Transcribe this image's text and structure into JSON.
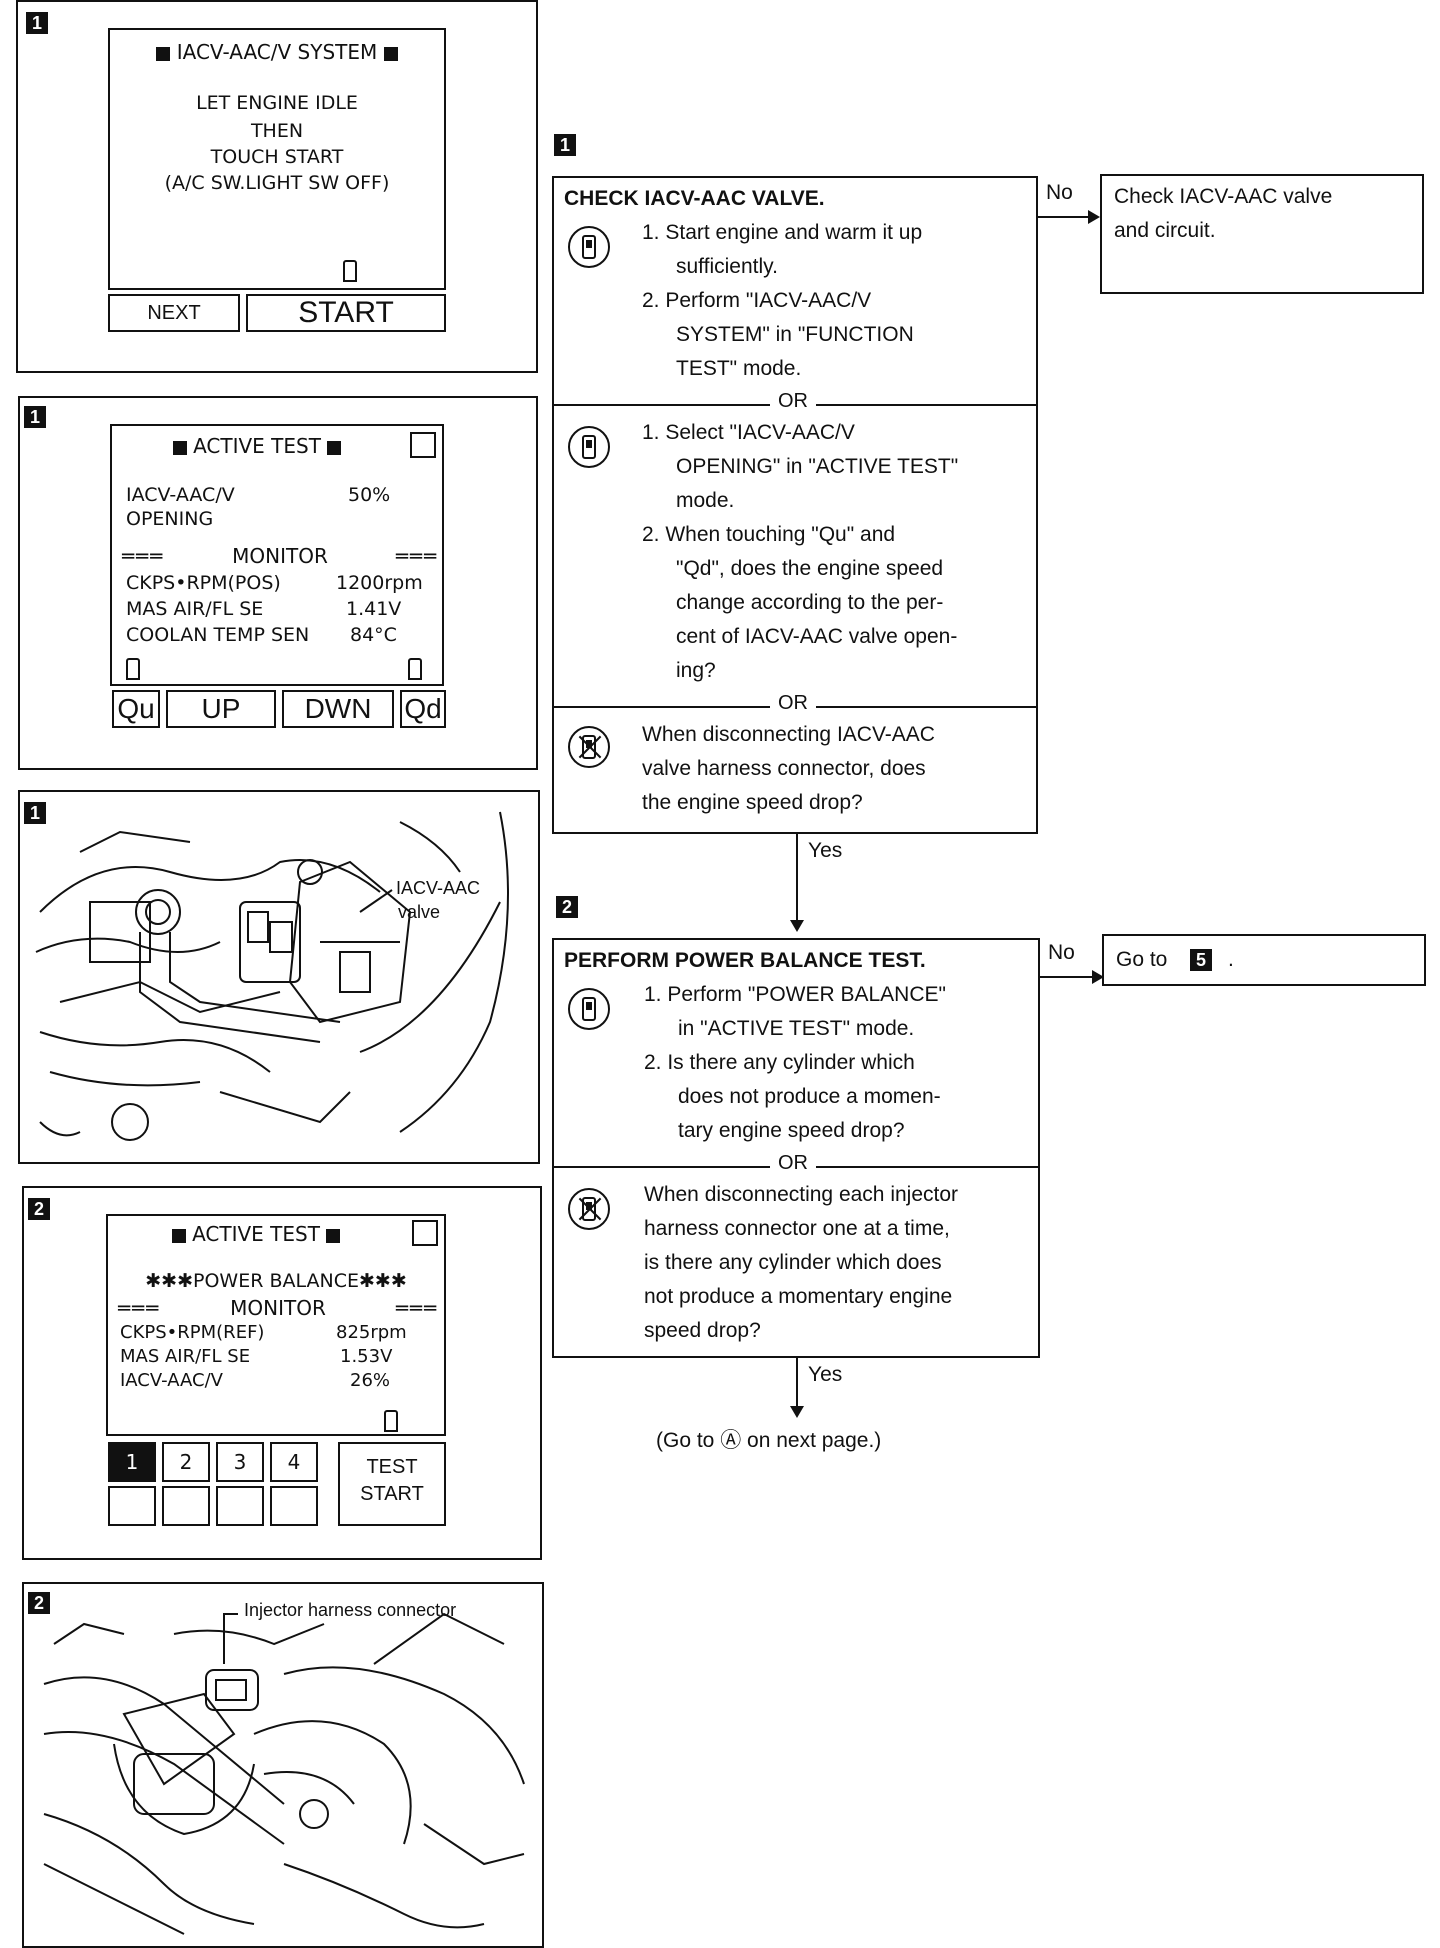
{
  "panel1": {
    "badge": "1",
    "header": "IACV-AAC/V SYSTEM",
    "line1": "LET ENGINE IDLE",
    "line2": "THEN",
    "line3": "TOUCH START",
    "line4": "(A/C SW.LIGHT SW OFF)",
    "btn_next": "NEXT",
    "btn_start": "START"
  },
  "panel2": {
    "badge": "1",
    "header": "ACTIVE TEST",
    "item1_label": "IACV-AAC/V",
    "item1_label2": "OPENING",
    "item1_value": "50%",
    "monitor": "MONITOR",
    "rows": [
      {
        "label": "CKPS•RPM(POS)",
        "value": "1200rpm"
      },
      {
        "label": "MAS AIR/FL SE",
        "value": "1.41V"
      },
      {
        "label": "COOLAN TEMP SEN",
        "value": "84°C"
      }
    ],
    "btn_qu": "Qu",
    "btn_up": "UP",
    "btn_dwn": "DWN",
    "btn_qd": "Qd"
  },
  "panel3": {
    "badge": "1",
    "label1": "IACV-AAC",
    "label2": "valve"
  },
  "panel4": {
    "badge": "2",
    "header": "ACTIVE TEST",
    "title": "✱✱✱POWER BALANCE✱✱✱",
    "monitor": "MONITOR",
    "rows": [
      {
        "label": "CKPS•RPM(REF)",
        "value": "825rpm"
      },
      {
        "label": "MAS AIR/FL SE",
        "value": "1.53V"
      },
      {
        "label": "IACV-AAC/V",
        "value": "26%"
      }
    ],
    "cyl": [
      "1",
      "2",
      "3",
      "4"
    ],
    "btn_test1": "TEST",
    "btn_test2": "START"
  },
  "panel5": {
    "badge": "2",
    "label": "Injector harness connector"
  },
  "flow": {
    "step1_badge": "1",
    "step1_title": "CHECK IACV-AAC VALVE.",
    "step1_a": [
      "1.  Start engine and warm it up",
      "sufficiently.",
      "2.  Perform \"IACV-AAC/V",
      "SYSTEM\" in \"FUNCTION",
      "TEST\" mode."
    ],
    "or": "OR",
    "step1_b": [
      "1.  Select \"IACV-AAC/V",
      "OPENING\" in \"ACTIVE TEST\"",
      "mode.",
      "2.  When touching \"Qu\" and",
      "\"Qd\", does the engine speed",
      "change according to the per-",
      "cent of IACV-AAC valve open-",
      "ing?"
    ],
    "step1_c": [
      "When disconnecting IACV-AAC",
      "valve harness connector, does",
      "the engine speed drop?"
    ],
    "no1": "No",
    "no1_box": [
      "Check IACV-AAC valve",
      "and circuit."
    ],
    "yes1": "Yes",
    "step2_badge": "2",
    "step2_title": "PERFORM POWER BALANCE TEST.",
    "step2_a": [
      "1.  Perform \"POWER BALANCE\"",
      "in \"ACTIVE TEST\" mode.",
      "2.  Is there any cylinder which",
      "does not produce a momen-",
      "tary engine speed drop?"
    ],
    "step2_b": [
      "When disconnecting each injector",
      "harness connector one at a time,",
      "is there any cylinder which does",
      "not produce a momentary engine",
      "speed drop?"
    ],
    "no2": "No",
    "no2_text": "Go to",
    "no2_badge": "5",
    "no2_dot": ".",
    "yes2": "Yes",
    "next_page": "(Go to Ⓐ on next page.)"
  }
}
